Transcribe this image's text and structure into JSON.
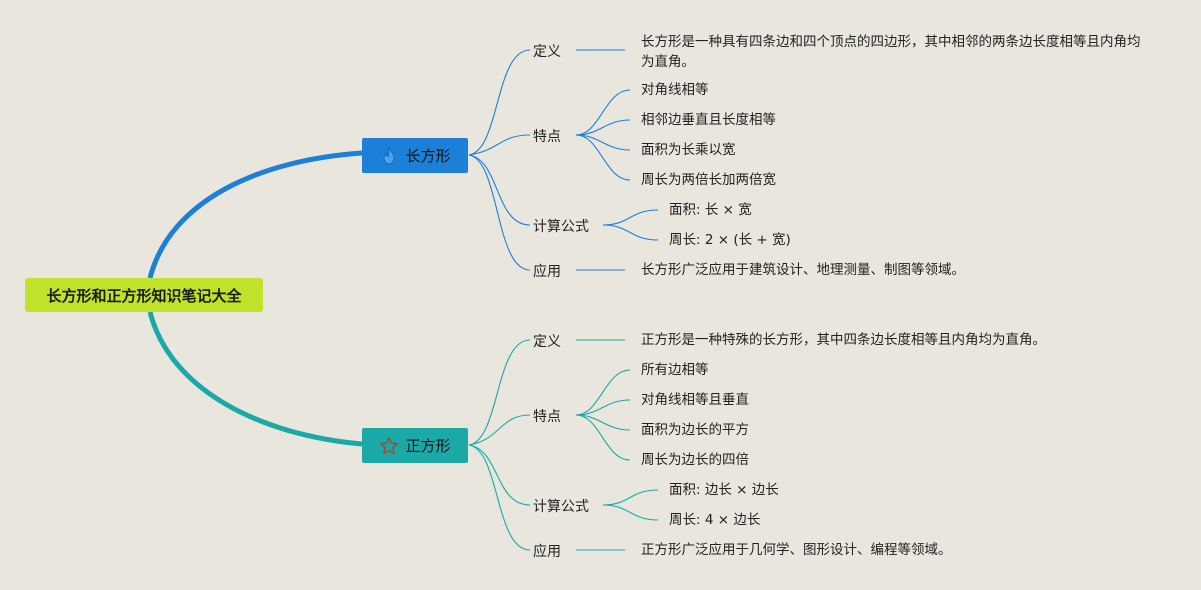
{
  "root": {
    "title": "长方形和正方形知识笔记大全"
  },
  "branches": [
    {
      "name": "长方形",
      "icon": "flame-icon",
      "color": "#1c7fd8",
      "definition": {
        "label": "定义",
        "text": "长方形是一种具有四条边和四个顶点的四边形，其中相邻的两条边长度相等且内角均为直角。"
      },
      "features": {
        "label": "特点",
        "items": [
          "对角线相等",
          "相邻边垂直且长度相等",
          "面积为长乘以宽",
          "周长为两倍长加两倍宽"
        ]
      },
      "formulas": {
        "label": "计算公式",
        "items": [
          "面积: 长 × 宽",
          "周长: 2 × (长 + 宽)"
        ]
      },
      "application": {
        "label": "应用",
        "text": "长方形广泛应用于建筑设计、地理测量、制图等领域。"
      }
    },
    {
      "name": "正方形",
      "icon": "star-icon",
      "color": "#1aa9a6",
      "definition": {
        "label": "定义",
        "text": "正方形是一种特殊的长方形，其中四条边长度相等且内角均为直角。"
      },
      "features": {
        "label": "特点",
        "items": [
          "所有边相等",
          "对角线相等且垂直",
          "面积为边长的平方",
          "周长为边长的四倍"
        ]
      },
      "formulas": {
        "label": "计算公式",
        "items": [
          "面积: 边长 × 边长",
          "周长: 4 × 边长"
        ]
      },
      "application": {
        "label": "应用",
        "text": "正方形广泛应用于几何学、图形设计、编程等领域。"
      }
    }
  ]
}
